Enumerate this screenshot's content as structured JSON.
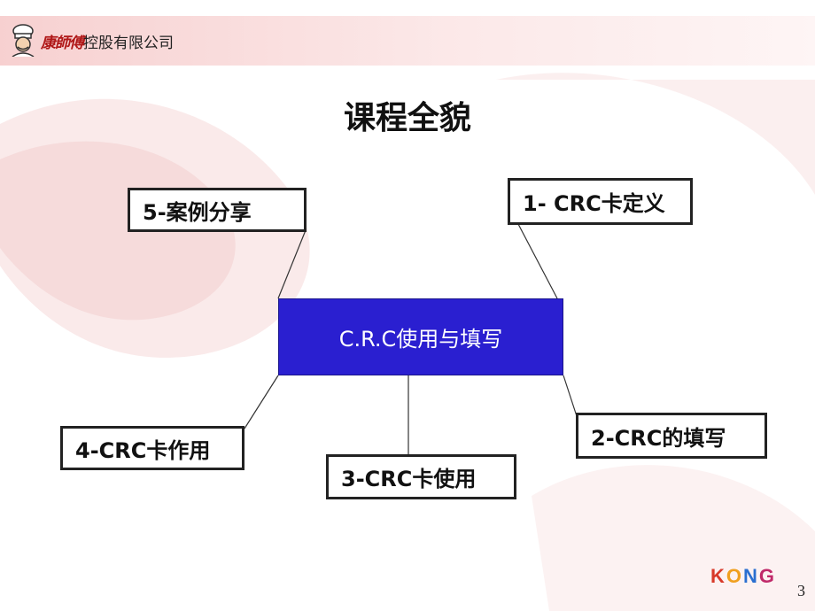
{
  "header": {
    "brand": "康師傅",
    "company_suffix": "控股有限公司"
  },
  "slide": {
    "title": "课程全貌",
    "center": "C.R.C使用与填写",
    "nodes": {
      "n1": "1- CRC卡定义",
      "n2": "2-CRC的填写",
      "n3": "3-CRC卡使用",
      "n4": "4-CRC卡作用",
      "n5": "5-案例分享"
    }
  },
  "footer": {
    "logo_letters": [
      "K",
      "O",
      "N",
      "G"
    ],
    "page_number": "3"
  },
  "colors": {
    "center_fill": "#2a1fd0",
    "brand_red": "#b01818",
    "kong_colors": [
      "#d83a2a",
      "#f0a020",
      "#2a6fd0",
      "#c02a6a"
    ]
  }
}
